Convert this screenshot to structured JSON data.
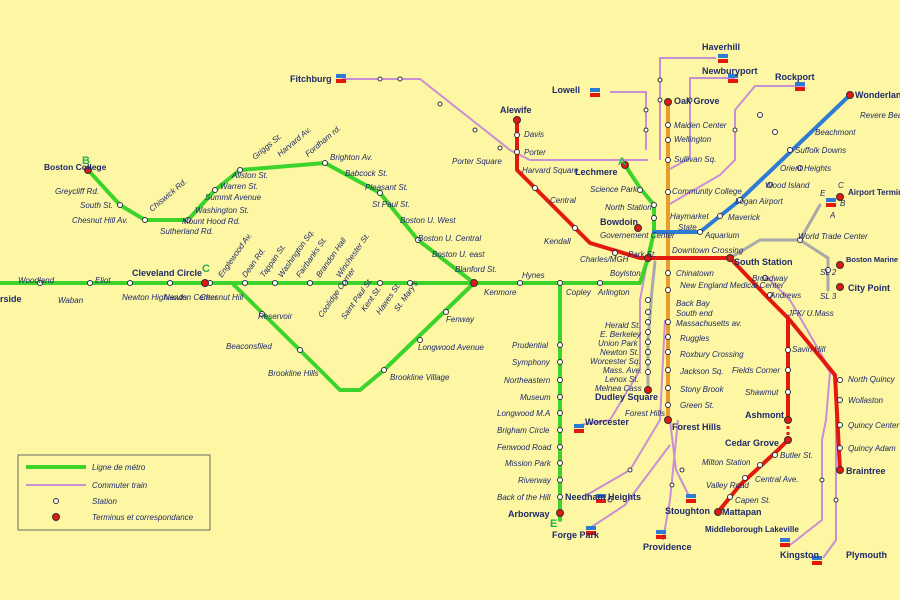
{
  "colors": {
    "background": "#fdf6a3",
    "green": "#3cd42a",
    "red": "#e3180f",
    "orange": "#e99b2c",
    "blue": "#2e7bd4",
    "silver": "#a9a9a9",
    "commuter": "#c98fd3",
    "text": "#1f2a6b"
  },
  "branch_letters": {
    "b": "B",
    "c": "C",
    "a": "A",
    "e": "E"
  },
  "legend": {
    "metro": "Ligne de métro",
    "commuter": "Commuter train",
    "station": "Station",
    "terminus": "Terminus et correspondance"
  },
  "termini": {
    "boston_college": "Boston College",
    "cleveland_circle": "Cleveland Circle",
    "riverside": "rside",
    "alewife": "Alewife",
    "lechmere": "Lechmere",
    "oak_grove": "Oak Grove",
    "wonderland": "Wonderland",
    "bowdoin": "Bowdoin",
    "south_station": "South Station",
    "ashmont": "Ashmont",
    "mattapan": "Mattapan",
    "braintree": "Braintree",
    "forest_hills": "Forest Hills",
    "arborway": "Arborway",
    "dudley": "Dudley Square",
    "cedar_grove": "Cedar Grove",
    "fitchburg": "Fitchburg",
    "lowell": "Lowell",
    "haverhill": "Haverhill",
    "newburyport": "Newburyport",
    "rockport": "Rockport",
    "airport_terminals": "Airport Terminals",
    "marine_park": "Boston Marine Indus. Park",
    "city_point": "City Point",
    "worcester": "Worcester",
    "needham": "Needham Heights",
    "forge_park": "Forge Park",
    "stoughton": "Stoughton",
    "providence": "Providence",
    "middleborough": "Middleborough Lakeville",
    "kingston": "Kingston",
    "plymouth": "Plymouth"
  },
  "stations": {
    "greycliff": "Greycliff Rd.",
    "south_st": "South St.",
    "chesnut_hill_av": "Chesnut Hill Av.",
    "chiswick": "Chiswick Rd.",
    "sutherland": "Sutherland Rd.",
    "mount_hood": "Mount Hood Rd.",
    "washington_st_b": "Washington St.",
    "summit": "Summit Avenue",
    "warren": "Warren St.",
    "allston": "Allston St.",
    "griggs": "Griggs St.",
    "harvard_av": "Harvard Av.",
    "fordham": "Fordham rd.",
    "brighton": "Brighton Av.",
    "babcock": "Babcock St.",
    "pleasant": "Pleasant St.",
    "st_paul_b": "St Paul St.",
    "bu_west": "Boston U. West",
    "bu_central": "Boston U. Central",
    "bu_east": "Boston U. east",
    "blanford": "Blanford St.",
    "englewood": "Englewood Av.",
    "dean": "Dean Rd.",
    "tappan": "Tappan St.",
    "washington_sq": "Washington Sq.",
    "fairbanks": "Fairbanks St.",
    "brandon": "Brandon Hall",
    "winchester": "Winchester St.",
    "coolidge": "Coolidge Corner",
    "st_paul_c": "Saint Paul St.",
    "kent": "Kent St.",
    "hawes": "Hawes St.",
    "st_marys": "St. Mary's",
    "woodland": "Woodland",
    "waban": "Waban",
    "eliot": "Eliot",
    "newton_highlands": "Newton Highlands",
    "newton_center": "Newton Center",
    "chesnut_hill": "Chesnut Hill",
    "reservoir": "Reservoir",
    "beaconsfield": "Beaconsfiled",
    "brookline_hills": "Brookline Hills",
    "brookline_village": "Brookline Village",
    "longwood_av": "Longwood Avenue",
    "fenway": "Fenway",
    "kenmore": "Kenmore",
    "hynes": "Hynes",
    "copley": "Copley",
    "arlington": "Arlington",
    "boylston": "Boylston",
    "prudential": "Prudential",
    "symphony": "Symphony",
    "northeastern": "Northeastern",
    "museum": "Museum",
    "longwood_ma": "Longwood M.A",
    "brigham": "Brigham Circle",
    "fenwood": "Fenwood Road",
    "mission_park": "Mission Park",
    "riverway": "Riverway",
    "back_of_hill": "Back of the Hill",
    "porter_square": "Porter Square",
    "davis": "Davis",
    "porter": "Porter",
    "harvard": "Harvard Square",
    "central": "Central",
    "kendall": "Kendall",
    "charles": "Charles/MGH",
    "park_st": "Park St.",
    "science_park": "Science Park",
    "north_station": "North Station",
    "haymarket": "Haymarket",
    "government_center": "Governement Center",
    "state": "State",
    "aquarium": "Aquarium",
    "maiden": "Maiden Center",
    "wellington": "Wellington",
    "sullivan": "Sullivan Sq.",
    "community_college": "Community College",
    "downtown_crossing": "Downtown Crossing",
    "chinatown": "Chinatown",
    "new_england": "New England Medical Center",
    "back_bay": "Back Bay",
    "south_end": "South end",
    "mass_av": "Massachusetts av.",
    "ruggles": "Ruggles",
    "roxbury": "Roxbury Crossing",
    "jackson": "Jackson Sq.",
    "stony_brook": "Stony Brook",
    "green_st": "Green St.",
    "forest_hills_sl": "Forest Hills",
    "herald": "Herald St.",
    "e_berkeley": "E. Berkeley",
    "union_park": "Union Park",
    "newton_st": "Newton St.",
    "worcester_sq": "Worcester Sq.",
    "mass_ave": "Mass. Ave.",
    "lenox": "Lenox St.",
    "melnea": "Melnea Cass",
    "revere": "Revere Beach",
    "beachmont": "Beachmont",
    "suffolk": "Suffolk Downs",
    "orient": "Orient Heights",
    "wood_island": "Wood Island",
    "logan": "Logan Airport",
    "maverick": "Maverick",
    "world_trade": "World Trade Center",
    "sl2": "SL 2",
    "sl3": "SL 3",
    "broadway": "Broadway",
    "andrews": "Andrews",
    "jfk": "JFK/ U.Mass",
    "savin": "Savin Hill",
    "fields": "Fields Corner",
    "shawmut": "Shawmut",
    "north_quincy": "North Quincy",
    "wollaston": "Wollaston",
    "quincy_center": "Quincy Center",
    "quincy_adams": "Quincy Adam",
    "butler": "Butler St.",
    "milton": "Milton Station",
    "central_ave": "Central Ave.",
    "valley": "Valley Road",
    "capen": "Capen St."
  }
}
